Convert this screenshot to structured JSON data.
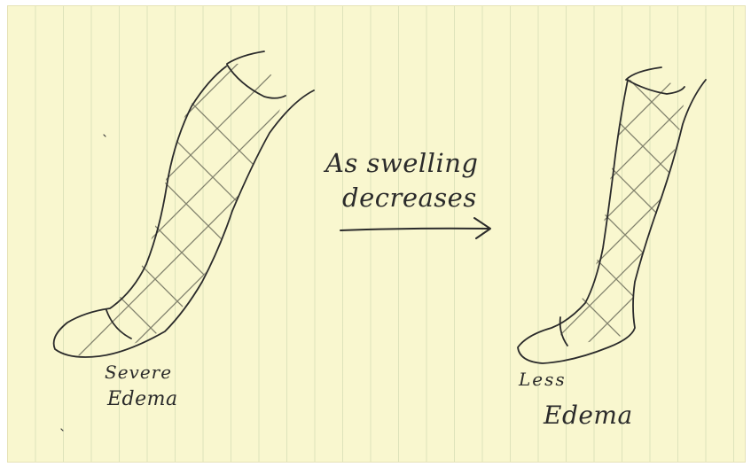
{
  "diagram": {
    "left_label": {
      "line1": "Severe",
      "line2": "Edema"
    },
    "right_label": {
      "line1": "Less",
      "line2": "Edema"
    },
    "arrow_label": {
      "line1": "As swelling",
      "line2": "decreases"
    }
  },
  "colors": {
    "paper": "#f9f7cf",
    "pencil": "#2b2b2b",
    "hatch": "#6d6d5c"
  }
}
